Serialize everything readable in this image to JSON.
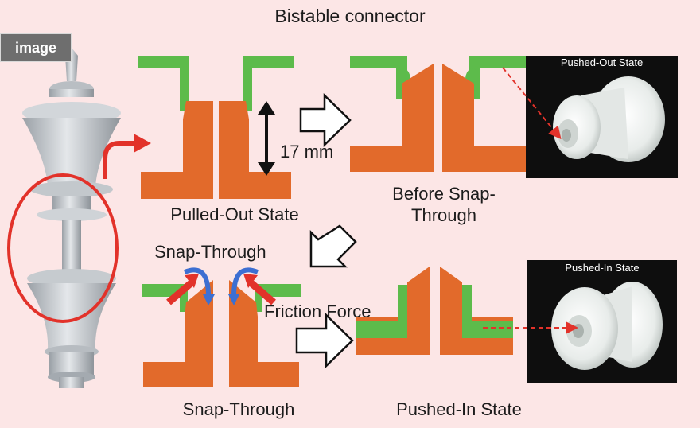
{
  "badge": "image",
  "title": "Bistable connector",
  "labels": {
    "pulled_out": "Pulled-Out State",
    "before_snap_line1": "Before Snap-",
    "before_snap_line2": "Through",
    "snap_through_top": "Snap-Through",
    "snap_through_bottom": "Snap-Through",
    "friction_force": "Friction Force",
    "pushed_in": "Pushed-In State",
    "dimension": "17 mm"
  },
  "photos": {
    "pushed_out_caption": "Pushed-Out State",
    "pushed_in_caption": "Pushed-In State"
  },
  "colors": {
    "background": "#fce6e6",
    "green": "#5dbb4b",
    "orange": "#e26a2b",
    "red": "#e2322a",
    "blue": "#3d6fd2",
    "photo_bg": "#0e0e0e",
    "part_white": "#eef1ef",
    "model_gray": "#c9cdd1"
  }
}
